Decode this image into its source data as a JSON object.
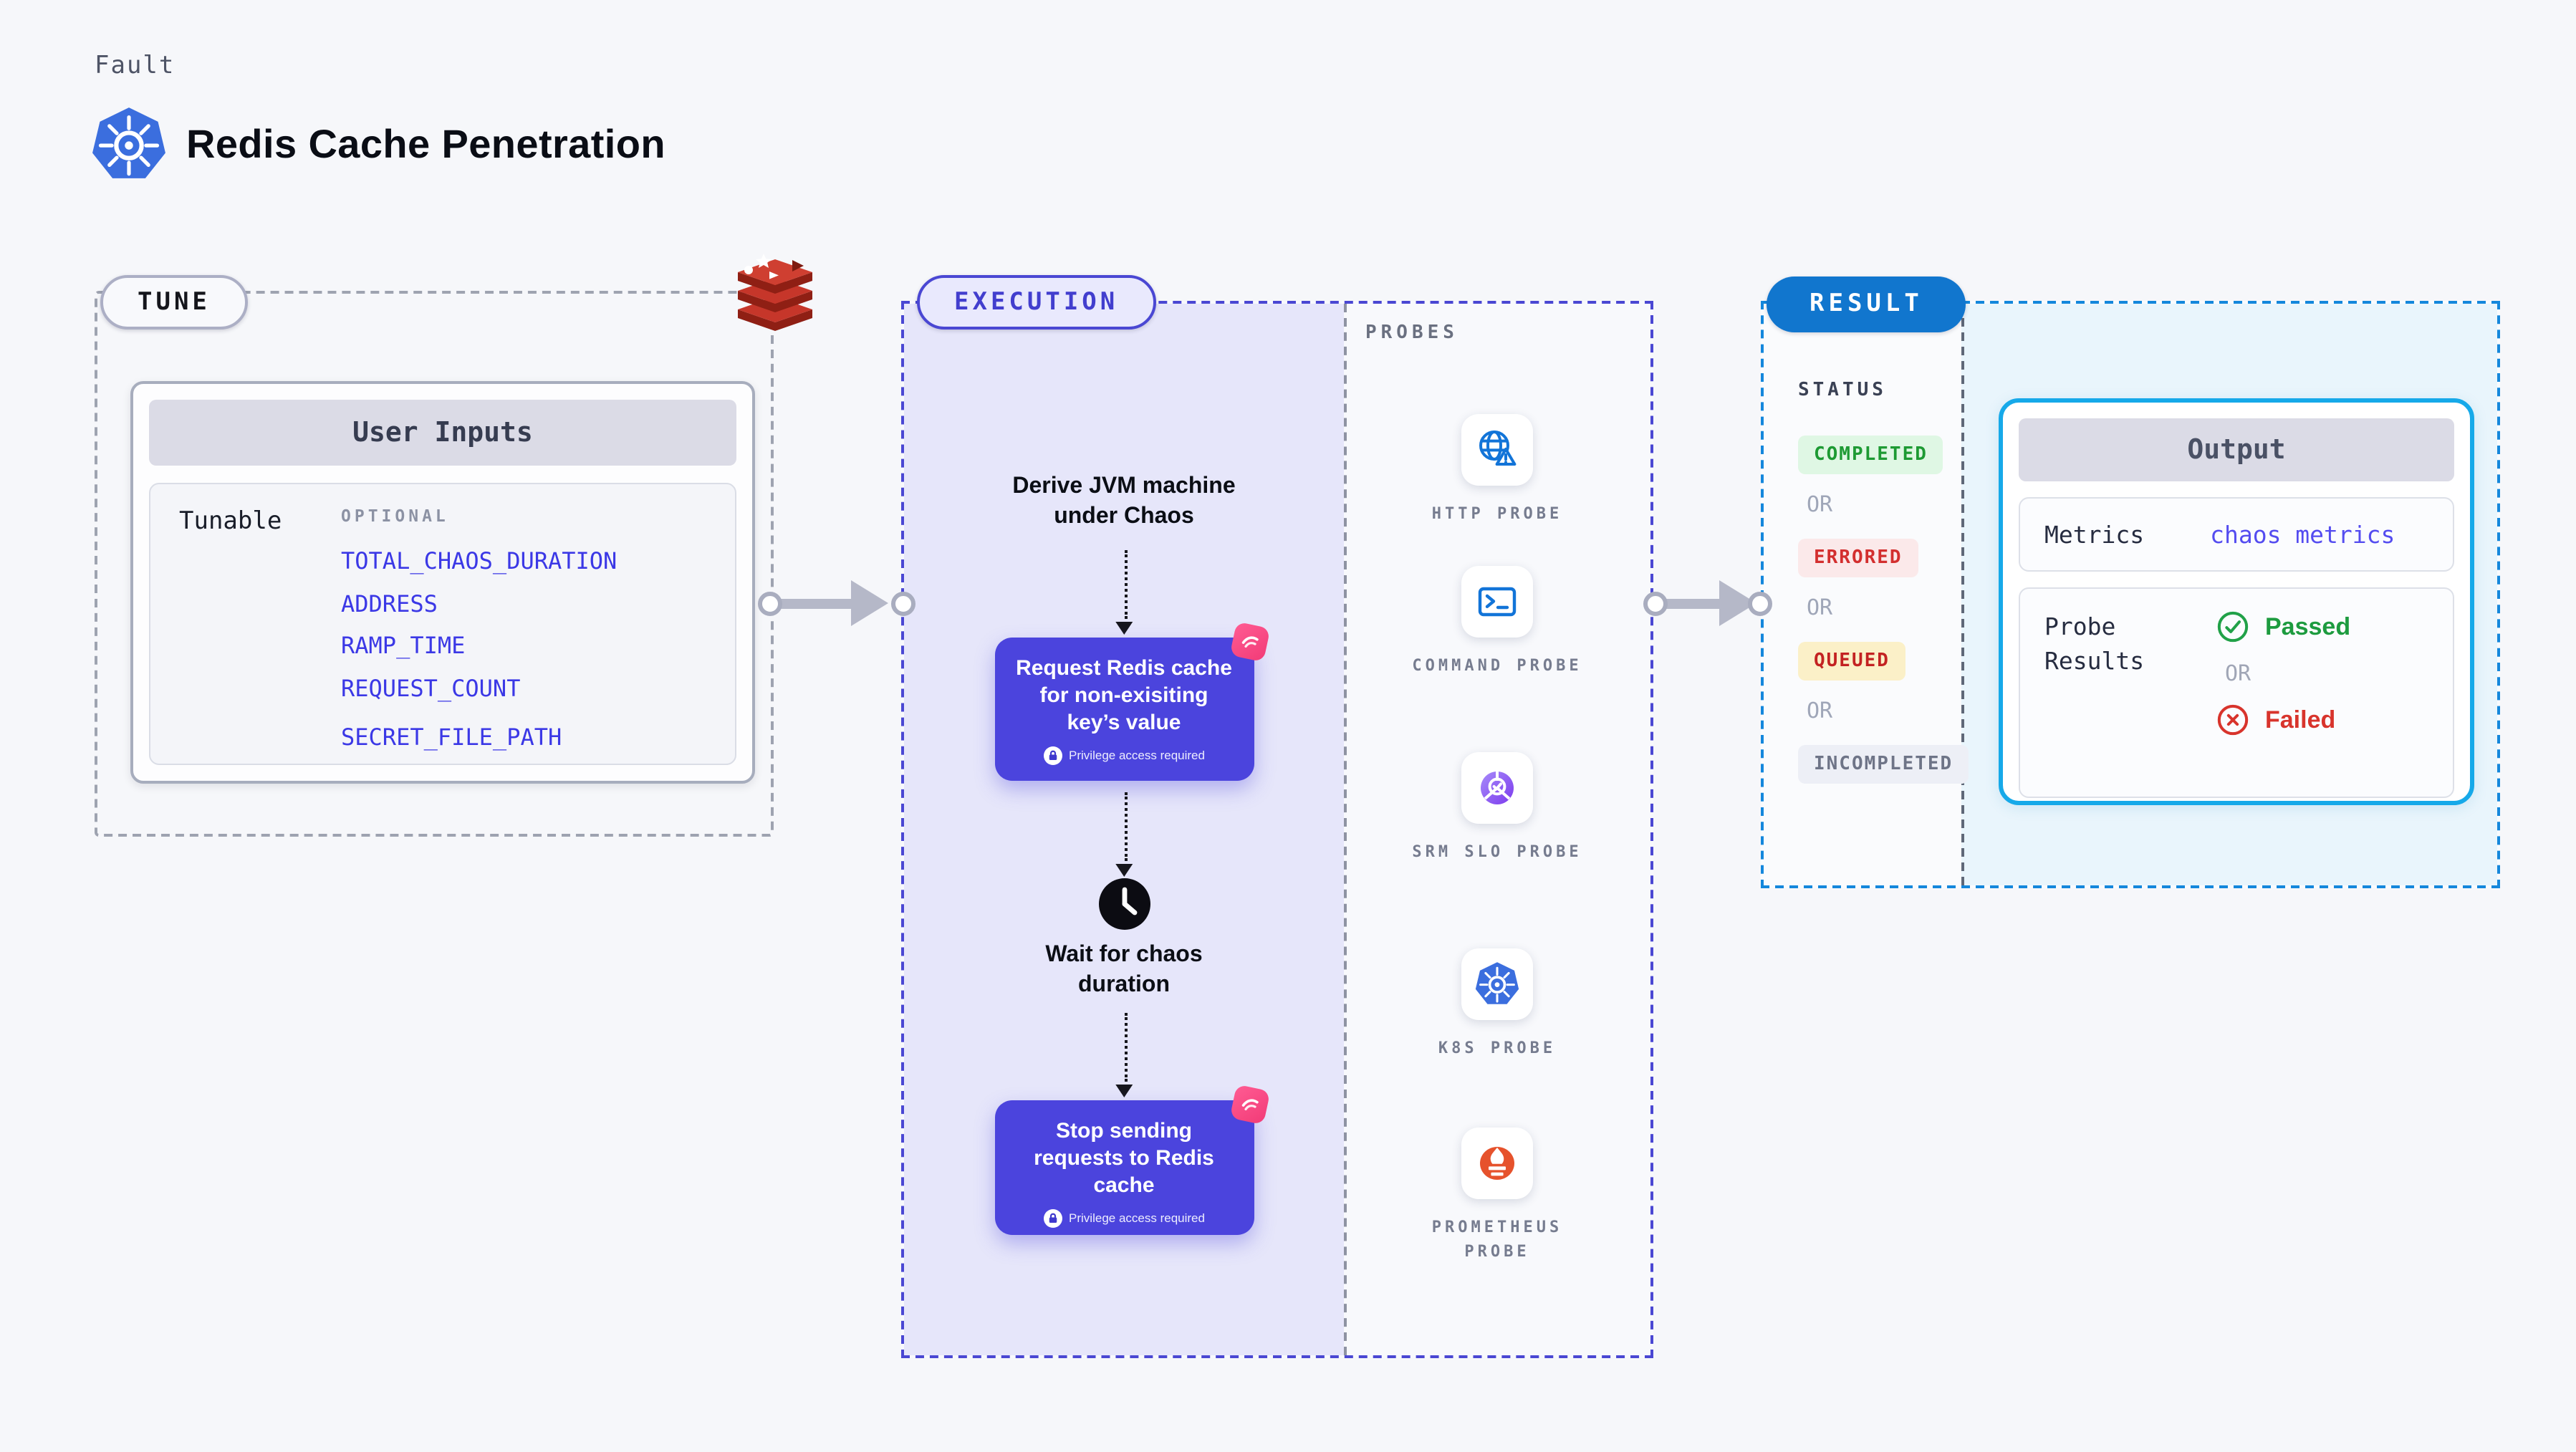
{
  "header": {
    "eyebrow": "Fault",
    "title": "Redis Cache Penetration"
  },
  "tune": {
    "badge": "TUNE",
    "user_inputs": {
      "title": "User Inputs",
      "row_label": "Tunable",
      "optional_label": "OPTIONAL",
      "params": [
        "TOTAL_CHAOS_DURATION",
        "ADDRESS",
        "RAMP_TIME",
        "REQUEST_COUNT",
        "SECRET_FILE_PATH"
      ]
    }
  },
  "execution": {
    "badge": "EXECUTION",
    "step1": "Derive JVM machine under Chaos",
    "step2": "Request Redis cache for non-exisiting key’s value",
    "step2_note": "Privilege access required",
    "step3": "Wait for chaos duration",
    "step4": "Stop sending requests to Redis cache",
    "step4_note": "Privilege access required"
  },
  "probes": {
    "label": "PROBES",
    "items": [
      {
        "name": "HTTP PROBE",
        "icon": "http-probe-icon"
      },
      {
        "name": "COMMAND PROBE",
        "icon": "command-probe-icon"
      },
      {
        "name": "SRM SLO PROBE",
        "icon": "srm-slo-probe-icon"
      },
      {
        "name": "K8S PROBE",
        "icon": "k8s-probe-icon"
      },
      {
        "name": "PROMETHEUS PROBE",
        "icon": "prometheus-probe-icon"
      }
    ]
  },
  "result": {
    "badge": "RESULT",
    "status_label": "STATUS",
    "or_label": "OR",
    "statuses": [
      {
        "label": "COMPLETED",
        "fg": "#1D9A33",
        "bg": "#DFF7E4"
      },
      {
        "label": "ERRORED",
        "fg": "#D32F2F",
        "bg": "#FBE9EA"
      },
      {
        "label": "QUEUED",
        "fg": "#C32222",
        "bg": "#FBF0C8"
      },
      {
        "label": "INCOMPLETED",
        "fg": "#6E7487",
        "bg": "#EDEFF6"
      }
    ],
    "output": {
      "title": "Output",
      "metrics_label": "Metrics",
      "metrics_value": "chaos metrics",
      "probe_results_label": "Probe Results",
      "passed_label": "Passed",
      "failed_label": "Failed"
    }
  },
  "colors": {
    "accent_indigo": "#4B44DD",
    "result_blue": "#1176CE",
    "output_border_cyan": "#16A9E9",
    "param_blue": "#3B38E6",
    "chaos_pink": "#F5437F",
    "execution_fill": "#E6E6FA",
    "result_fill": "#E9F5FC",
    "passed_green": "#1D9B3F",
    "failed_red": "#D8342C"
  }
}
